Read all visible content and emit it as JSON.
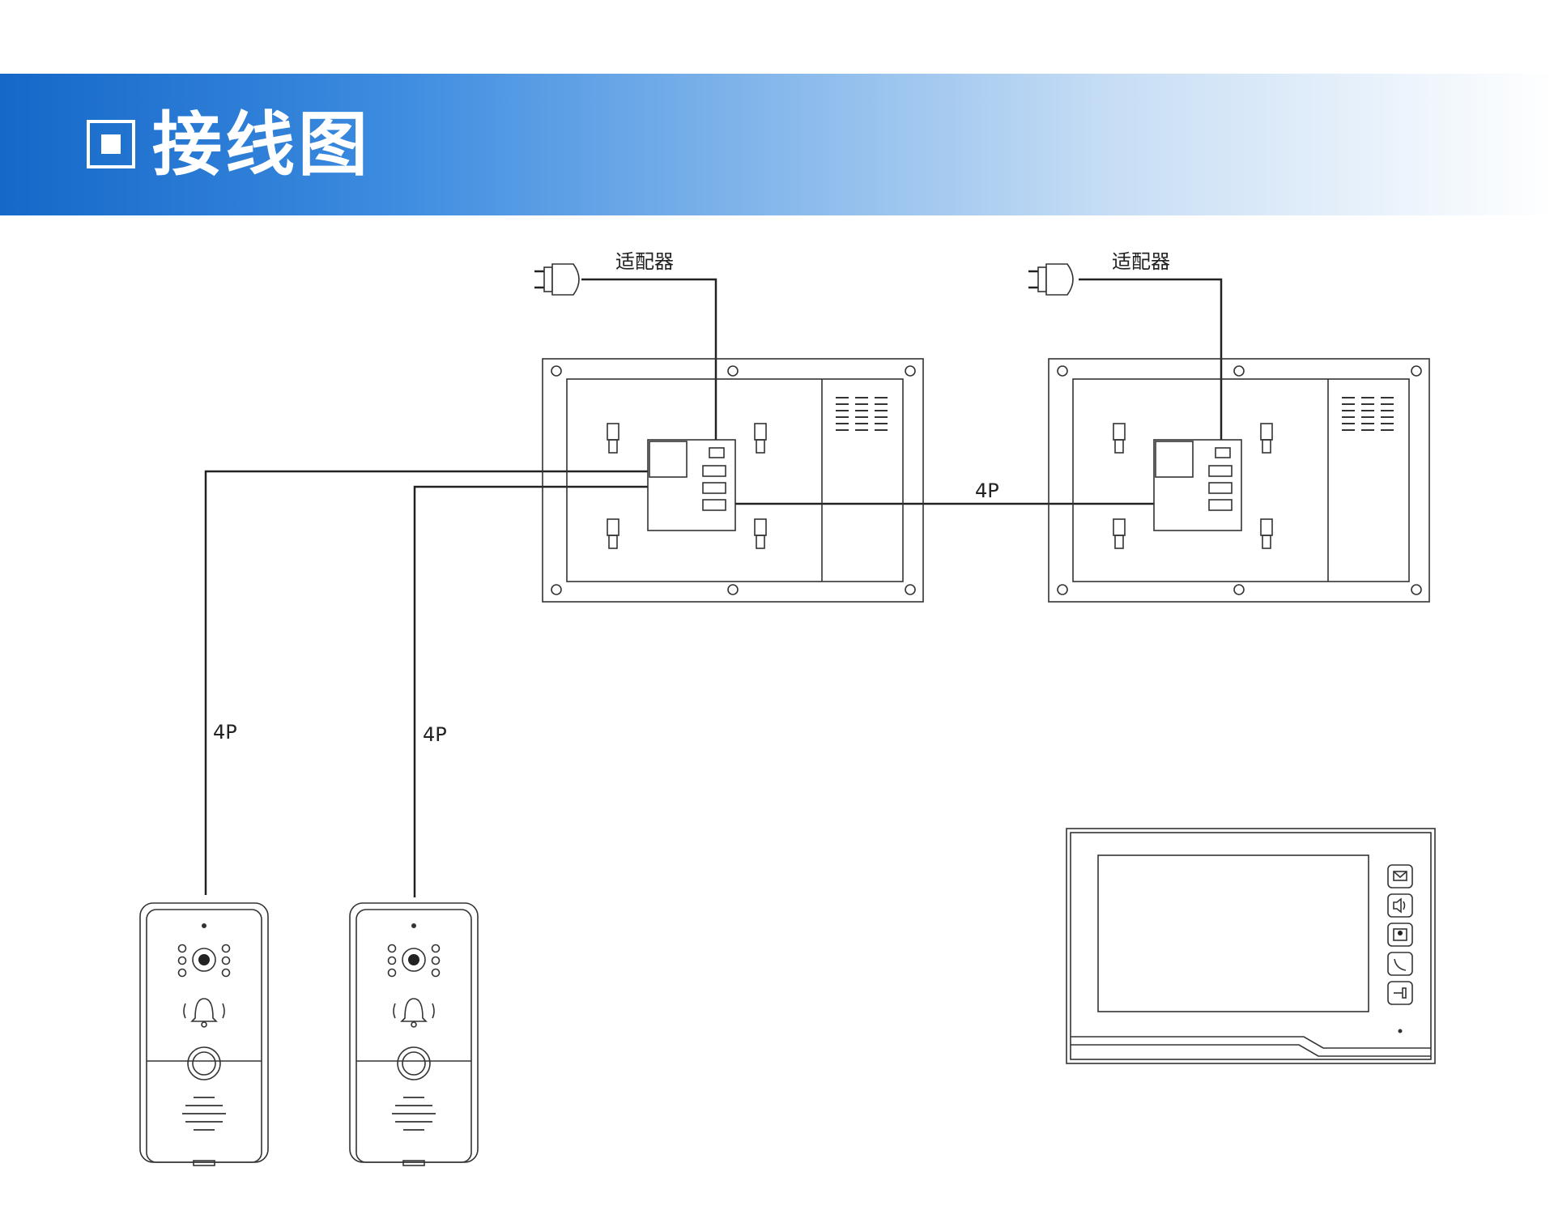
{
  "header": {
    "title": "接线图",
    "accent_color": "#1568c8"
  },
  "labels": {
    "adapter_1": "适配器",
    "adapter_2": "适配器",
    "link_monitors": "4P",
    "link_doorbell_1": "4P",
    "link_doorbell_2": "4P"
  },
  "icons": {
    "monitor_buttons": [
      "message-icon",
      "volume-icon",
      "intercom-icon",
      "handset-icon",
      "unlock-key-icon"
    ]
  }
}
